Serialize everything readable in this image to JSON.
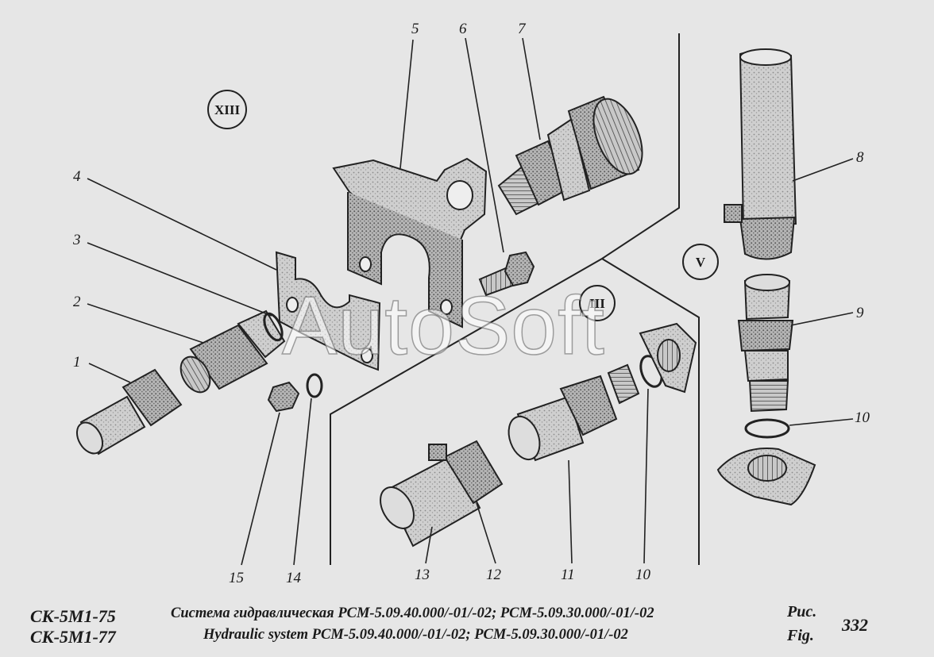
{
  "views": {
    "xiii": "XIII",
    "iii": "III",
    "v": "V"
  },
  "callouts": {
    "c1": "1",
    "c2": "2",
    "c3": "3",
    "c4": "4",
    "c5": "5",
    "c6": "6",
    "c7": "7",
    "c8": "8",
    "c9": "9",
    "c10a": "10",
    "c10b": "10",
    "c11": "11",
    "c12": "12",
    "c13": "13",
    "c14": "14",
    "c15": "15"
  },
  "caption": {
    "model1": "СК-5М1-75",
    "model2": "СК-5М1-77",
    "title_ru": "Система гидравлическая РСМ-5.09.40.000/-01/-02; РСМ-5.09.30.000/-01/-02",
    "title_en": "Hydraulic system РСМ-5.09.40.000/-01/-02; РСМ-5.09.30.000/-01/-02",
    "fig_ru": "Рис.",
    "fig_en": "Fig.",
    "fig_number": "332"
  },
  "watermark": "AutoSoft"
}
